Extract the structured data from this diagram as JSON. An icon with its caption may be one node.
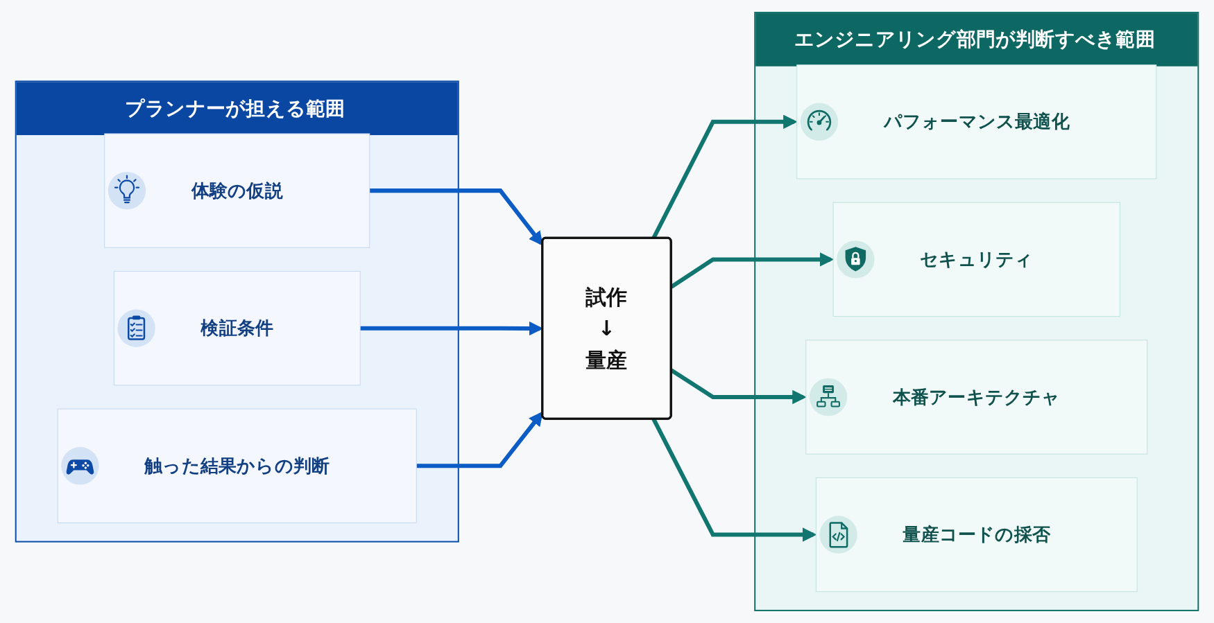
{
  "diagram": {
    "nodes": [
      {
        "text": [
          "プランナーが担える範囲"
        ]
      },
      {
        "text": [
          "体験の仮説"
        ],
        "in": 0
      },
      {
        "text": [
          "検証条件"
        ],
        "in": 0
      },
      {
        "text": [
          "触った結果からの判断"
        ],
        "in": 0
      },
      {
        "text": [
          "試作",
          "↓",
          "量産"
        ]
      },
      {
        "text": [
          "エンジニアリング部門が判断すべき範囲"
        ]
      },
      {
        "text": [
          "パフォーマンス最適化"
        ],
        "in": 5
      },
      {
        "text": [
          "セキュリティ"
        ],
        "in": 5
      },
      {
        "text": [
          "本番アーキテクチャ"
        ],
        "in": 5
      },
      {
        "text": [
          "量産コードの採否"
        ],
        "in": 5
      }
    ],
    "edges": [
      {
        "from": 1,
        "to": 4,
        "arrow": "to",
        "color": "#0b5cc4"
      },
      {
        "from": 2,
        "to": 4,
        "arrow": "to",
        "color": "#0b5cc4"
      },
      {
        "from": 3,
        "to": 4,
        "arrow": "to",
        "color": "#0b5cc4"
      },
      {
        "from": 4,
        "to": 6,
        "arrow": "to",
        "color": "#11766f"
      },
      {
        "from": 4,
        "to": 7,
        "arrow": "to",
        "color": "#11766f"
      },
      {
        "from": 4,
        "to": 8,
        "arrow": "to",
        "color": "#11766f"
      },
      {
        "from": 4,
        "to": 9,
        "arrow": "to",
        "color": "#11766f"
      }
    ]
  }
}
